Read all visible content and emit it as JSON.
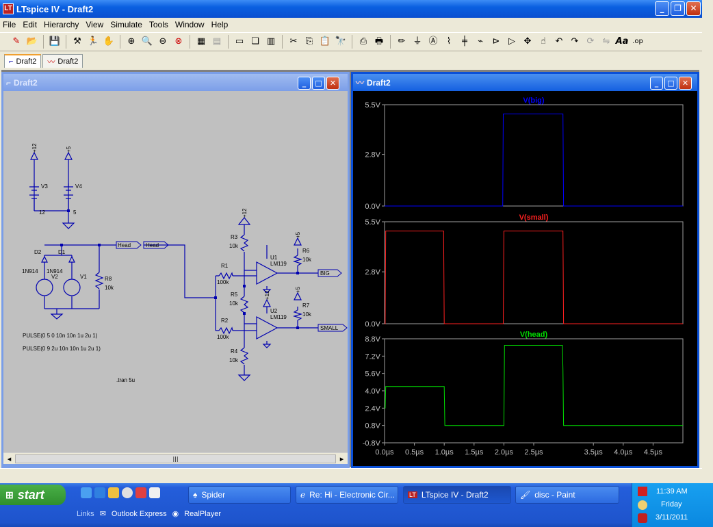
{
  "app": {
    "title": "LTspice IV - Draft2",
    "icon": "LT"
  },
  "menu": [
    "File",
    "Edit",
    "Hierarchy",
    "View",
    "Simulate",
    "Tools",
    "Window",
    "Help"
  ],
  "tabs": [
    {
      "label": "Draft2",
      "icon": "schematic-icon"
    },
    {
      "label": "Draft2",
      "icon": "waveform-icon"
    }
  ],
  "schematic": {
    "title": "Draft2",
    "labels": {
      "v3": "V3",
      "v4": "V4",
      "v3val": "12",
      "v4val": "5",
      "p12a": "+12",
      "p5a": "+5",
      "p12b": "+12",
      "p5b": "+5",
      "p12c": "+12",
      "p5c": "+5",
      "d2": "D2",
      "d1": "D1",
      "d2m": "1N914",
      "d1m": "1N914",
      "v2": "V2",
      "v1": "V1",
      "r8": "R8",
      "r8v": "10k",
      "head1": "Head",
      "head2": "Head",
      "r3": "R3",
      "r3v": "10k",
      "r1": "R1",
      "r1v": "100k",
      "r5": "R5",
      "r5v": "10k",
      "r2": "R2",
      "r2v": "100k",
      "r4": "R4",
      "r4v": "10k",
      "u1": "U1",
      "u1m": "LM119",
      "u2": "U2",
      "u2m": "LM119",
      "r6": "R6",
      "r6v": "10k",
      "r7": "R7",
      "r7v": "10k",
      "big": "BIG",
      "small": "SMALL",
      "pulse1": "PULSE(0 5 0 10n 10n 1u 2u 1)",
      "pulse2": "PULSE(0 9 2u 10n 10n 1u 2u 1)",
      "tran": ".tran 5u"
    }
  },
  "waveform": {
    "title": "Draft2"
  },
  "chart_data": [
    {
      "type": "line",
      "title": "V(big)",
      "color": "#0000ff",
      "yticks": [
        "5.5V",
        "2.8V",
        "0.0V"
      ],
      "ylim": [
        0,
        5.5
      ],
      "x": [
        0,
        1.98,
        1.99,
        2.99,
        3.0,
        5
      ],
      "y": [
        0,
        0,
        5,
        5,
        0,
        0
      ]
    },
    {
      "type": "line",
      "title": "V(small)",
      "color": "#ff2020",
      "yticks": [
        "5.5V",
        "2.8V",
        "0.0V"
      ],
      "ylim": [
        0,
        5.5
      ],
      "x": [
        0,
        0.01,
        0.02,
        0.99,
        1.0,
        1.99,
        2.0,
        2.99,
        3.0,
        5
      ],
      "y": [
        0,
        0,
        5,
        5,
        0,
        0,
        5,
        5,
        0,
        0
      ]
    },
    {
      "type": "line",
      "title": "V(head)",
      "color": "#00e000",
      "yticks": [
        "8.8V",
        "7.2V",
        "5.6V",
        "4.0V",
        "2.4V",
        "0.8V",
        "-0.8V"
      ],
      "ylim": [
        -0.8,
        8.8
      ],
      "xticks": [
        "0.0µs",
        "0.5µs",
        "1.0µs",
        "1.5µs",
        "2.0µs",
        "2.5µs",
        "3.5µs",
        "4.0µs",
        "4.5µs"
      ],
      "xtick_values": [
        0,
        0.5,
        1.0,
        1.5,
        2.0,
        2.5,
        3.5,
        4.0,
        4.5
      ],
      "xlim": [
        0,
        5
      ],
      "x": [
        0,
        0.01,
        0.02,
        1.0,
        1.01,
        2.0,
        2.01,
        2.98,
        2.99,
        3.0,
        5
      ],
      "y": [
        2.4,
        2.4,
        4.4,
        4.4,
        0.8,
        0.8,
        8.2,
        8.2,
        6.0,
        0.8,
        0.8
      ]
    }
  ],
  "taskbar": {
    "start": "start",
    "tasks": [
      "Spider",
      "Re: Hi - Electronic Cir...",
      "LTspice IV - Draft2",
      "disc - Paint"
    ],
    "links_label": "Links",
    "links": [
      "Outlook Express",
      "RealPlayer"
    ],
    "time": "11:39 AM",
    "day": "Friday",
    "date": "3/11/2011"
  }
}
